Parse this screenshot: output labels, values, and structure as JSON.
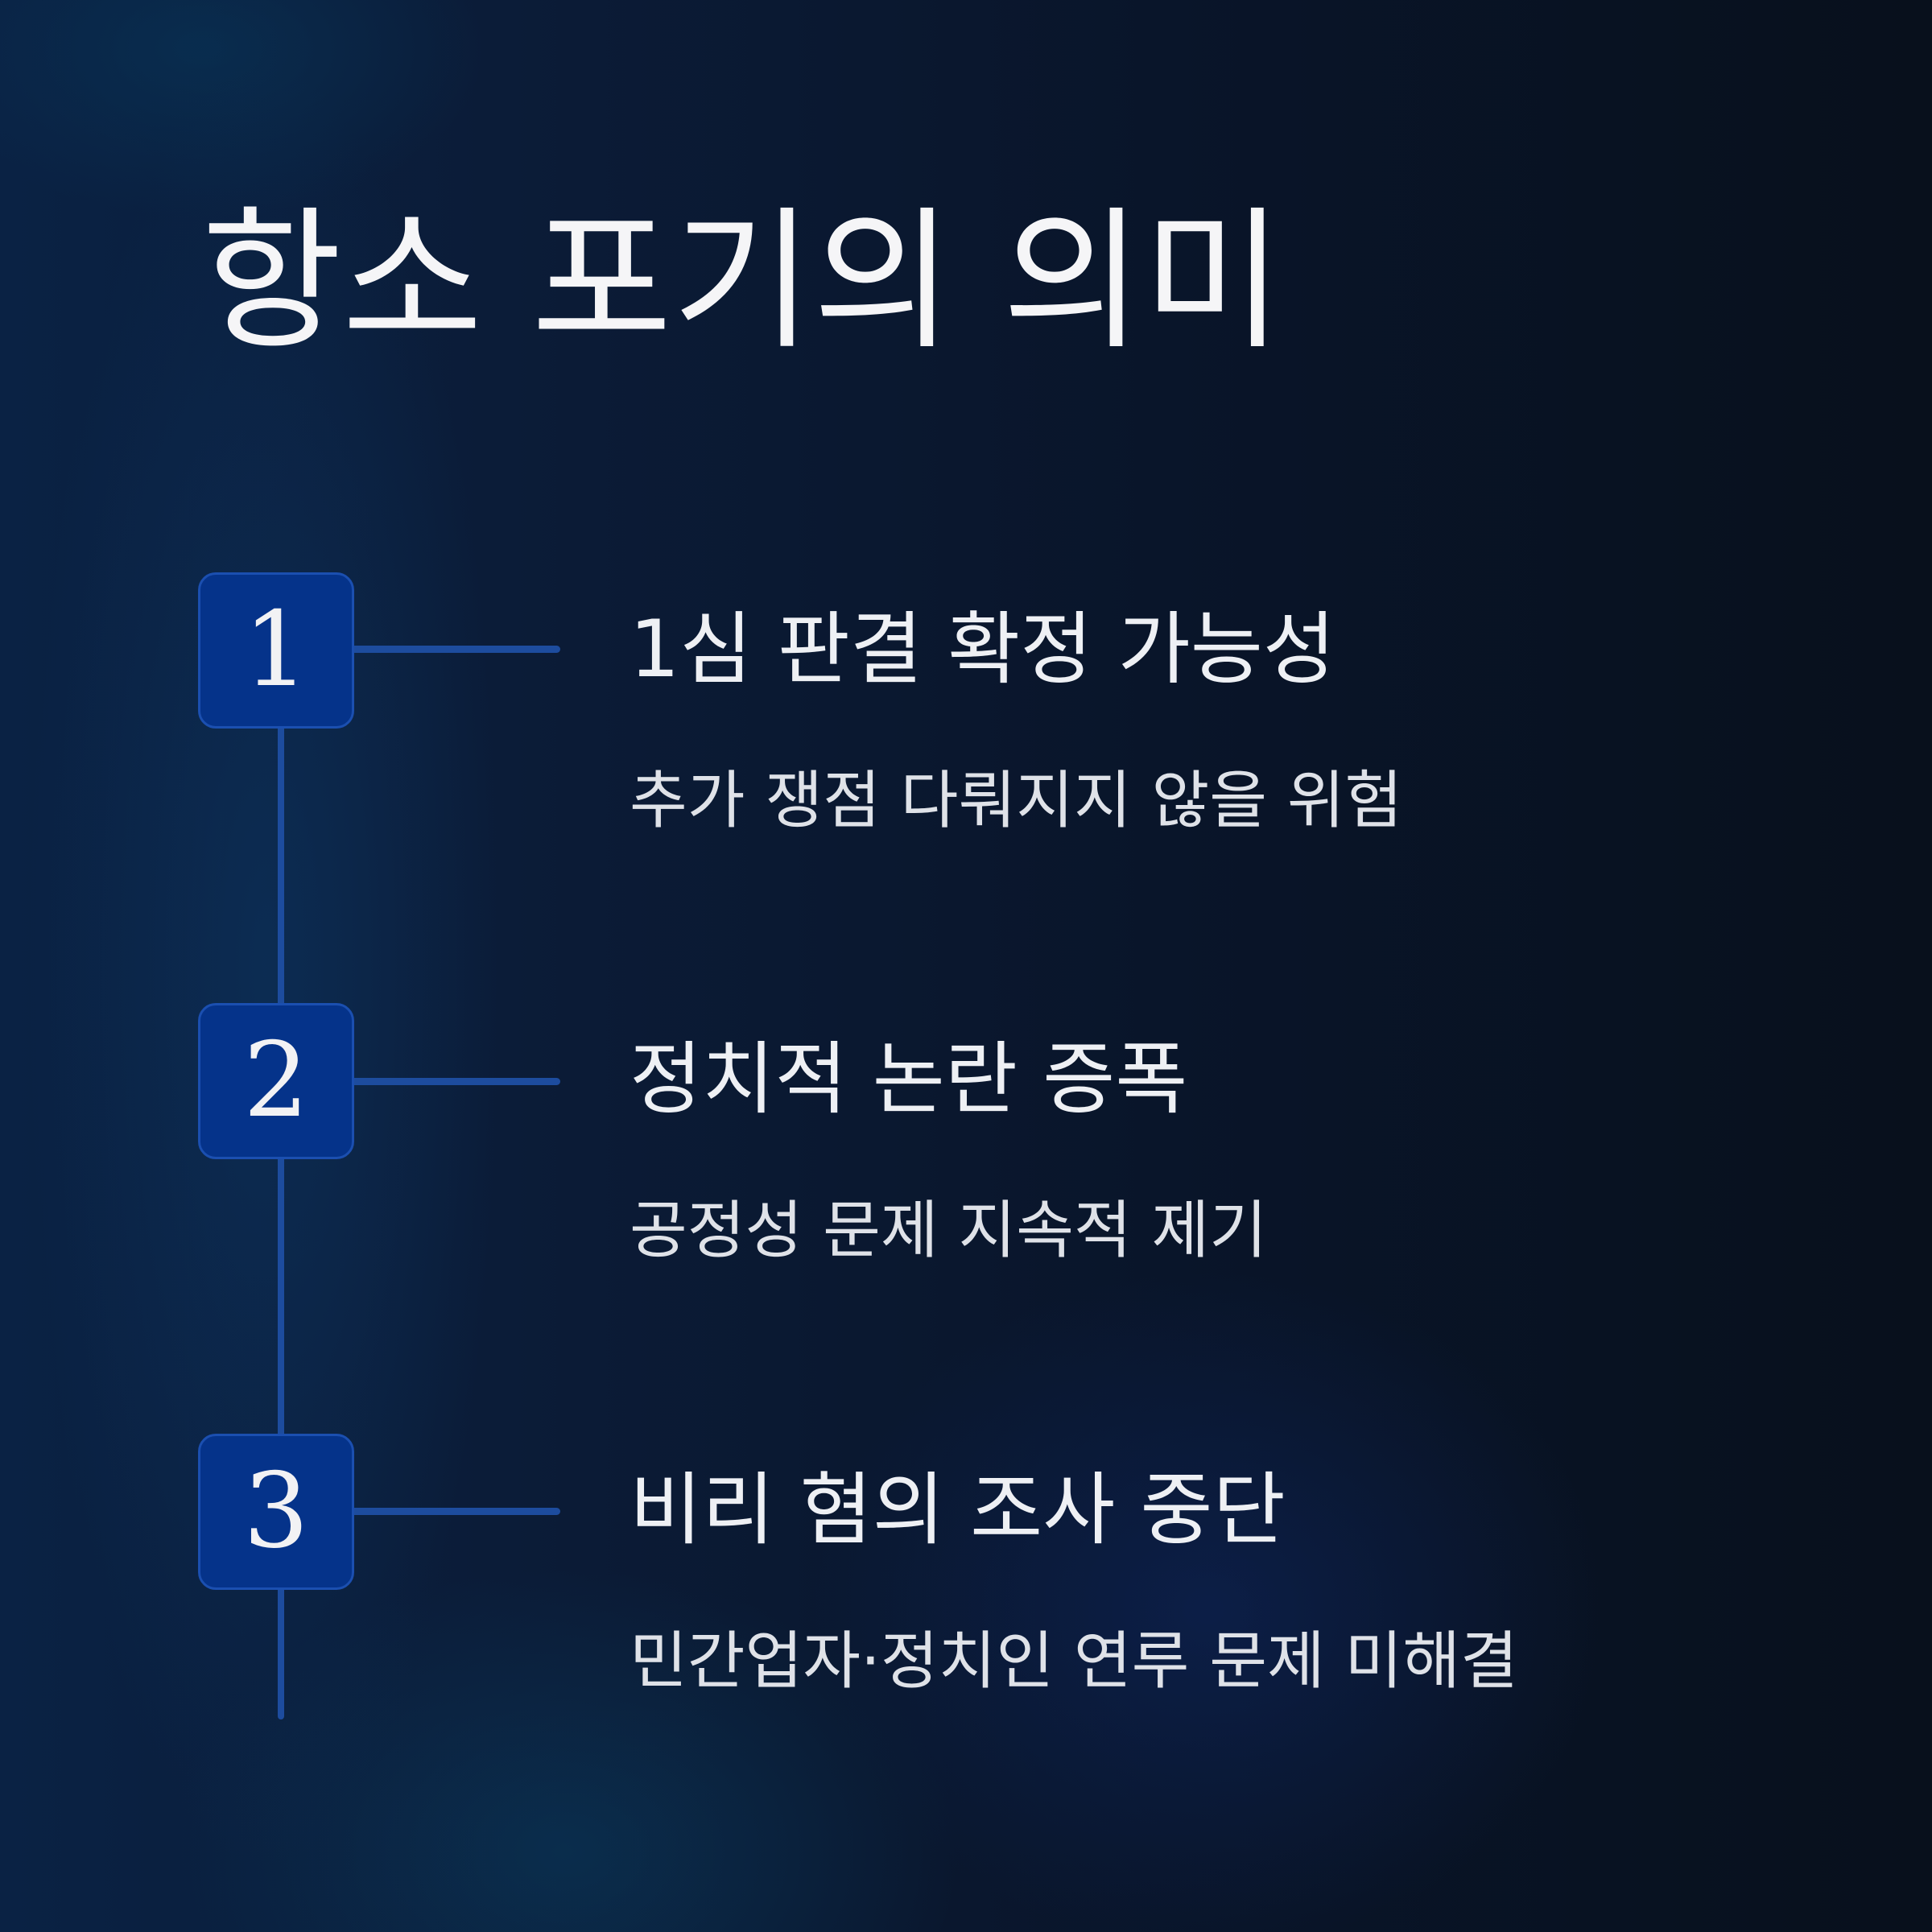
{
  "title": "항소 포기의 의미",
  "steps": [
    {
      "number": "1",
      "heading": "1심 판결 확정 가능성",
      "description": "추가 쟁점 다뤄지지 않을 위험"
    },
    {
      "number": "2",
      "heading": "정치적 논란 증폭",
      "description": "공정성 문제 지속적 제기"
    },
    {
      "number": "3",
      "heading": "비리 혐의 조사 중단",
      "description": "민간업자·정치인 연루 문제 미해결"
    }
  ],
  "colors": {
    "badge_fill": "#05338a",
    "timeline": "#1d4c9e",
    "text": "#f5f5f7"
  }
}
